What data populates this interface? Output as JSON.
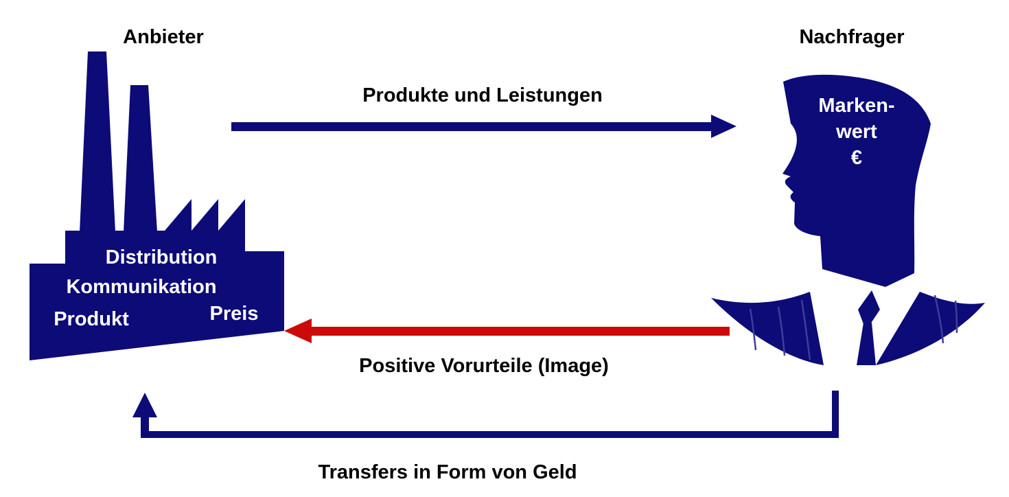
{
  "labels": {
    "supplier": "Anbieter",
    "customer": "Nachfrager",
    "products_flow": "Produkte und Leistungen",
    "image_flow": "Positive Vorurteile (Image)",
    "money_flow": "Transfers in Form von Geld"
  },
  "factory": {
    "items": [
      "Distribution",
      "Kommunikation",
      "Produkt",
      "Preis"
    ]
  },
  "head": {
    "lines": [
      "Marken-",
      "wert",
      "€"
    ]
  },
  "colors": {
    "navy": "#0c0b78",
    "red": "#cc0a0a",
    "stripe": "#3f3d9c"
  }
}
